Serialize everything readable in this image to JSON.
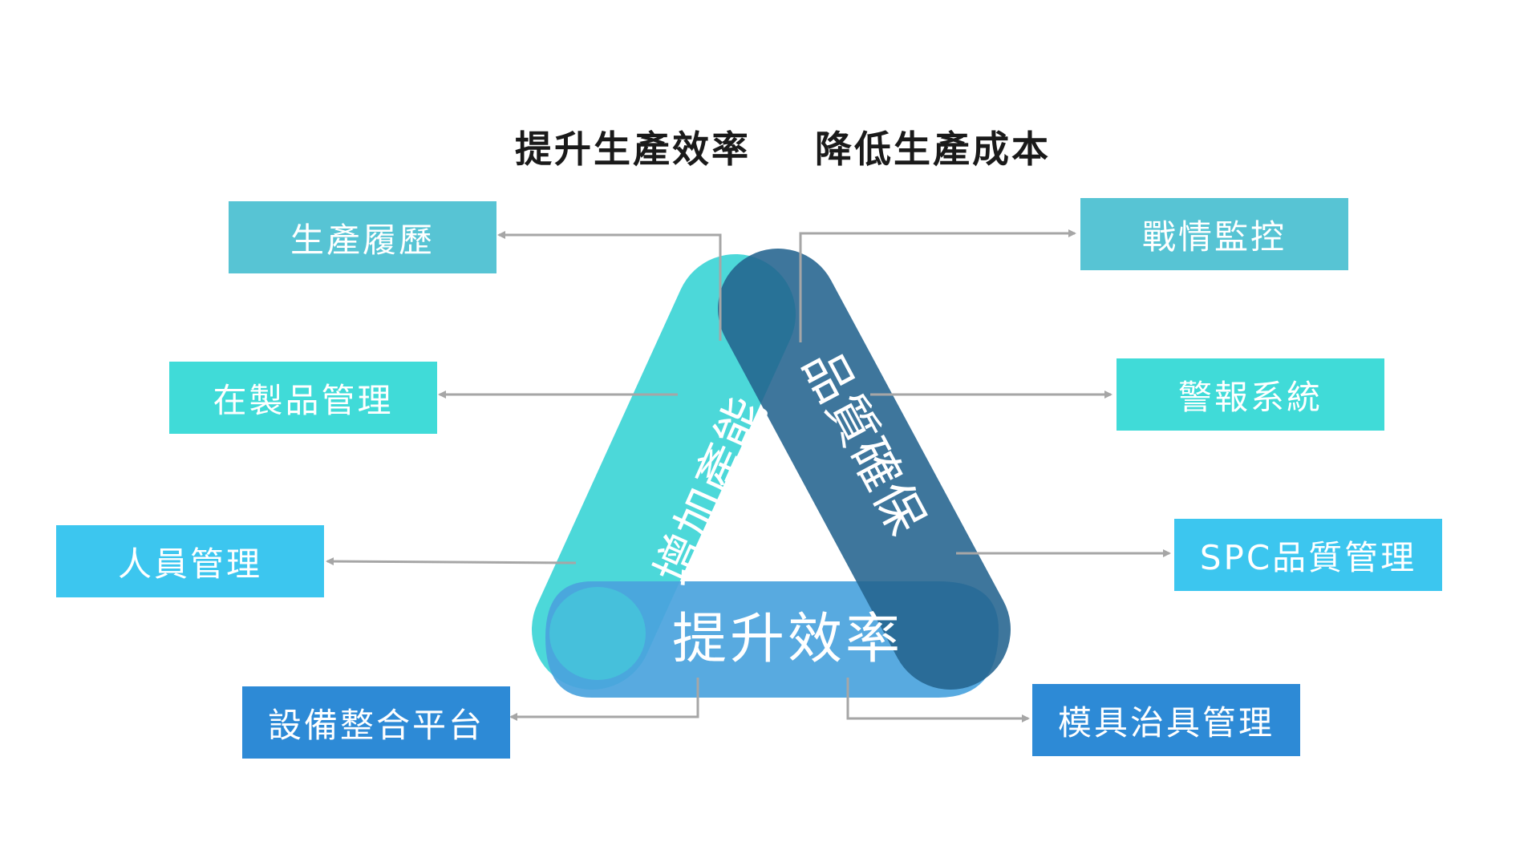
{
  "headlines": {
    "left": "提升生產效率",
    "right": "降低生產成本"
  },
  "triangle": {
    "left_band": "增加產能",
    "right_band": "品質確保",
    "bottom_band": "提升效率"
  },
  "boxes": {
    "production_history": "生產履歷",
    "wip_management": "在製品管理",
    "personnel_management": "人員管理",
    "equipment_platform": "設備整合平台",
    "war_room_monitoring": "戰情監控",
    "alarm_system": "警報系統",
    "spc_quality_management": "SPC品質管理",
    "mold_fixture_management": "模具治具管理"
  },
  "colors": {
    "headline": "#1a1a1a",
    "box_teal": "#57c4d4",
    "box_aqua": "#40dbd8",
    "box_sky": "#3cc6ef",
    "box_blue": "#2d8ad6",
    "band_left": "#43d6d8",
    "band_right": "#24648f",
    "band_bottom": "#4aa3dd",
    "connector": "#a6a6a6"
  }
}
